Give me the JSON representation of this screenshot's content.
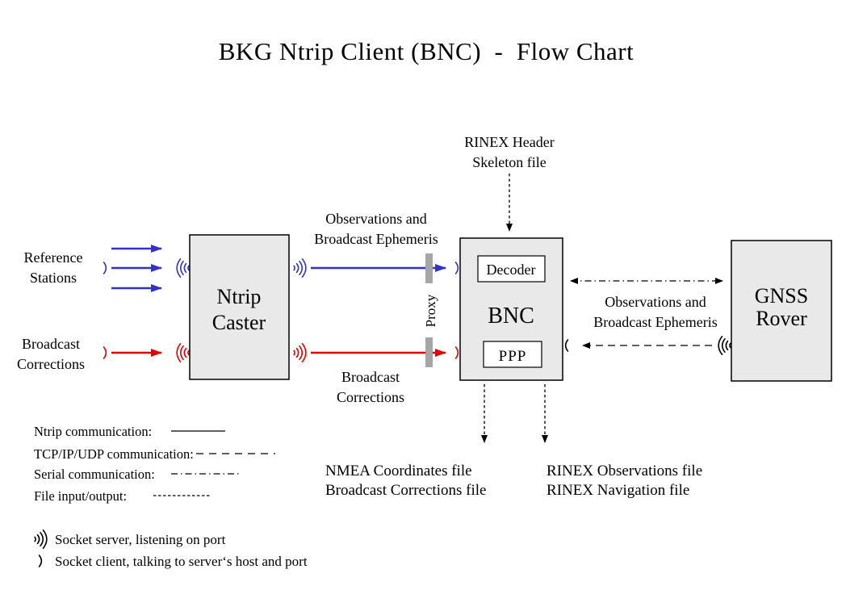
{
  "title": "BKG Ntrip Client (BNC)  -  Flow Chart",
  "colors": {
    "blue": "#3232c8",
    "red": "#e00000",
    "box_fill": "#e9e9e9",
    "box_border": "#000000",
    "proxy_bar": "#a6a6a6",
    "text": "#000000"
  },
  "nodes": {
    "ntrip_caster": {
      "line1": "Ntrip",
      "line2": "Caster"
    },
    "bnc": {
      "label": "BNC",
      "decoder": "Decoder",
      "ppp": "PPP"
    },
    "gnss_rover": {
      "line1": "GNSS",
      "line2": "Rover"
    }
  },
  "labels": {
    "reference_stations": {
      "line1": "Reference",
      "line2": "Stations"
    },
    "broadcast_corrections_input": {
      "line1": "Broadcast",
      "line2": "Corrections"
    },
    "rinex_header_skeleton": {
      "line1": "RINEX Header",
      "line2": "Skeleton file"
    },
    "observations_top": {
      "line1": "Observations and",
      "line2": "Broadcast Ephemeris"
    },
    "broadcast_corrections_mid": {
      "line1": "Broadcast",
      "line2": "Corrections"
    },
    "observations_right": {
      "line1": "Observations and",
      "line2": "Broadcast Ephemeris"
    },
    "proxy": "Proxy",
    "output_files_left": {
      "line1": "NMEA Coordinates file",
      "line2": "Broadcast Corrections file"
    },
    "output_files_right": {
      "line1": "RINEX Observations file",
      "line2": "RINEX Navigation file"
    }
  },
  "legend": {
    "ntrip": "Ntrip communication:",
    "tcp": "TCP/IP/UDP communication:",
    "serial": "Serial communication:",
    "file": "File input/output:",
    "socket_server": "Socket server, listening on port",
    "socket_client": "Socket client, talking to server‘s host and port"
  }
}
